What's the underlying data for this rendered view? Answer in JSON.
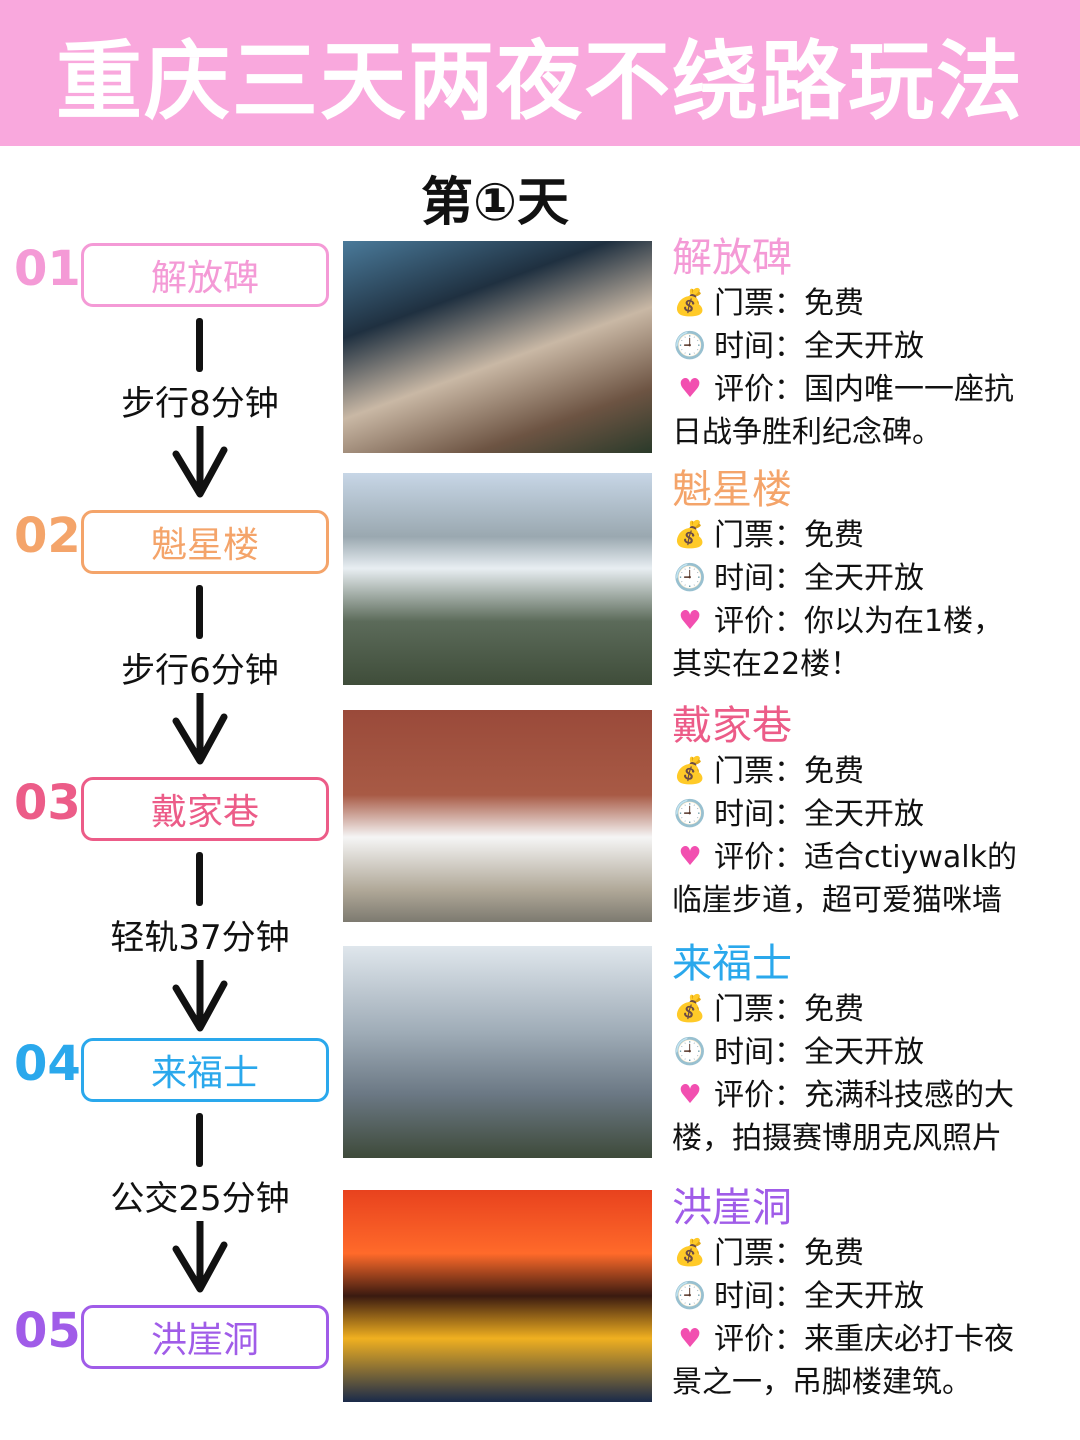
{
  "title": "重庆三天两夜不绕路玩法",
  "day_label": "第①天",
  "colors": {
    "banner": "#f9a8dd",
    "01": "#f49ad6",
    "02": "#f4a46a",
    "03": "#ec5c88",
    "04": "#2aa8ec",
    "05": "#a05ce8"
  },
  "ticket_label": "门票：",
  "time_label": "时间：",
  "review_label": "评价：",
  "icons": {
    "ticket": "money-bag-icon",
    "time": "clock-icon",
    "review": "pink-heart-icon"
  },
  "stops": [
    {
      "num": "01",
      "name": "解放碑",
      "color": "#f49ad6",
      "ticket": "免费",
      "time": "全天开放",
      "review_line1": "国内唯一一座抗",
      "review_line2": "日战争胜利纪念碑。"
    },
    {
      "num": "02",
      "name": "魁星楼",
      "color": "#f4a46a",
      "ticket": "免费",
      "time": "全天开放",
      "review_line1": "你以为在1楼，",
      "review_line2": "其实在22楼！"
    },
    {
      "num": "03",
      "name": "戴家巷",
      "color": "#ec5c88",
      "ticket": "免费",
      "time": "全天开放",
      "review_line1": "适合ctiywalk的",
      "review_line2": "临崖步道，超可爱猫咪墙"
    },
    {
      "num": "04",
      "name": "来福士",
      "color": "#2aa8ec",
      "ticket": "免费",
      "time": "全天开放",
      "review_line1": "充满科技感的大",
      "review_line2": "楼，拍摄赛博朋克风照片"
    },
    {
      "num": "05",
      "name": "洪崖洞",
      "color": "#a05ce8",
      "ticket": "免费",
      "time": "全天开放",
      "review_line1": "来重庆必打卡夜",
      "review_line2": "景之一，吊脚楼建筑。"
    }
  ],
  "transfers": [
    "步行8分钟",
    "步行6分钟",
    "轻轨37分钟",
    "公交25分钟"
  ]
}
